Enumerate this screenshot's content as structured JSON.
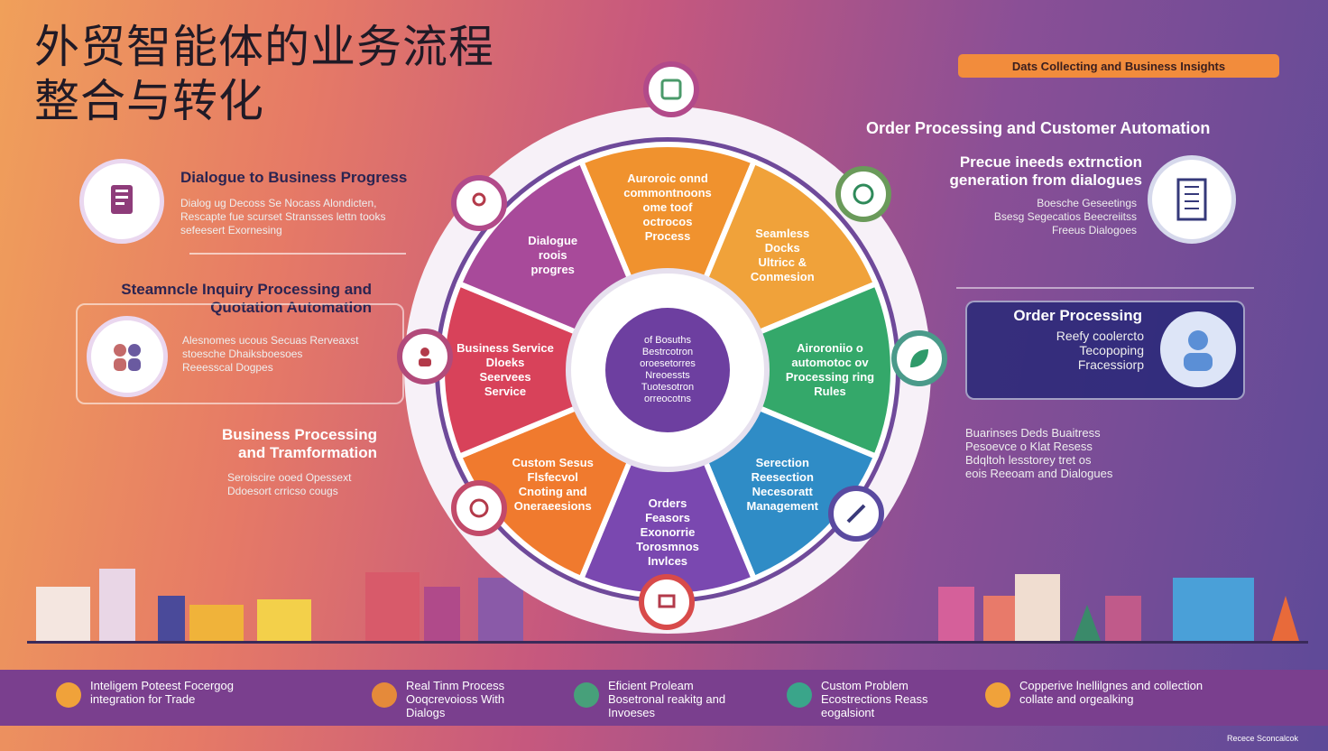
{
  "title": {
    "line1": "外贸智能体的业务流程",
    "line2": "整合与转化"
  },
  "top_pill": "Dats Collecting and Business Insights",
  "right_heading": "Order Processing and Customer Automation",
  "left": {
    "block1": {
      "heading": "Dialogue to Business Progress",
      "text": [
        "Dialog ug Decoss Se Nocass Alondicten,",
        "Rescapte fue scurset Stransses lettn tooks",
        "sefeesert Exornesing"
      ]
    },
    "block2": {
      "heading": [
        "Steamncle Inquiry Processing and",
        "Quotation Automation"
      ],
      "text": [
        "Alesnomes ucous Secuas Rerveaxst",
        "stoesche Dhaiksboesoes",
        "Reeesscal Dogpes"
      ]
    },
    "block3": {
      "heading": [
        "Business Processing",
        "and Tramformation"
      ],
      "text": [
        "Seroiscire ooed Opessext",
        "Ddoesort crricso cougs"
      ]
    }
  },
  "right": {
    "block1": {
      "heading": [
        "Precue ineeds extrnction",
        "generation from dialogues"
      ],
      "text": [
        "Boesche Geseetings",
        "Bsesg Segecatios Beecreiitss",
        "Freeus Dialogoes"
      ]
    },
    "block2": {
      "heading": "Order Processing",
      "text": [
        "Reefy coolercto",
        "Tecopoping",
        "Fracessiorp"
      ]
    },
    "block3": {
      "text": [
        "Buarinses Deds Buaitress",
        "Pesoevce o Klat Resess",
        "Bdqltoh lesstorey tret os",
        "eois Reeoam and Dialogues"
      ]
    }
  },
  "wheel": {
    "center": [
      "of Bosuths",
      "Bestrcotron",
      "oroesetorres",
      "Nreoessts",
      "Tuotesotron",
      "orreocotns"
    ],
    "segments": [
      {
        "label": [
          "Auroroic onnd",
          "commontnoons",
          "ome toof",
          "octrocos",
          "Process"
        ]
      },
      {
        "label": [
          "Seamless",
          "Docks",
          "Ultricc &",
          "Conmesion"
        ]
      },
      {
        "label": [
          "Airoroniio o",
          "automotoc ov",
          "Processing ring",
          "Rules"
        ]
      },
      {
        "label": [
          "Serection",
          "Reesection",
          "Necesoratt",
          "Management"
        ]
      },
      {
        "label": [
          "Orders",
          "Feasors",
          "Exonorrie",
          "Torosmnos",
          "Invlces"
        ]
      },
      {
        "label": [
          "Custom Sesus",
          "Flsfecvol",
          "Cnoting and",
          "Oneraeesions"
        ]
      },
      {
        "label": [
          "Business Service",
          "Dloeks",
          "Seervees",
          "Service"
        ]
      },
      {
        "label": [
          "Dialogue",
          "roois",
          "progres"
        ]
      }
    ]
  },
  "bottom": [
    {
      "text": [
        "Inteligem Poteest Focergog",
        "integration for Trade"
      ],
      "color": "#f0a23a"
    },
    {
      "text": [
        "Real Tinm Process",
        "Ooqcrevoioss With",
        "Dialogs"
      ],
      "color": "#e58a3a"
    },
    {
      "text": [
        "Eficient Proleam",
        "Bosetronal reakitg and",
        "Invoeses"
      ],
      "color": "#47a07a"
    },
    {
      "text": [
        "Custom Problem",
        "Ecostrections Reass",
        "eogalsiont"
      ],
      "color": "#3aa58a"
    },
    {
      "text": [
        "Copperive lnellilgnes and collection",
        "collate and orgealking"
      ],
      "color": "#f0a23a"
    }
  ],
  "footer_mark": "Recece Sconcalcok"
}
